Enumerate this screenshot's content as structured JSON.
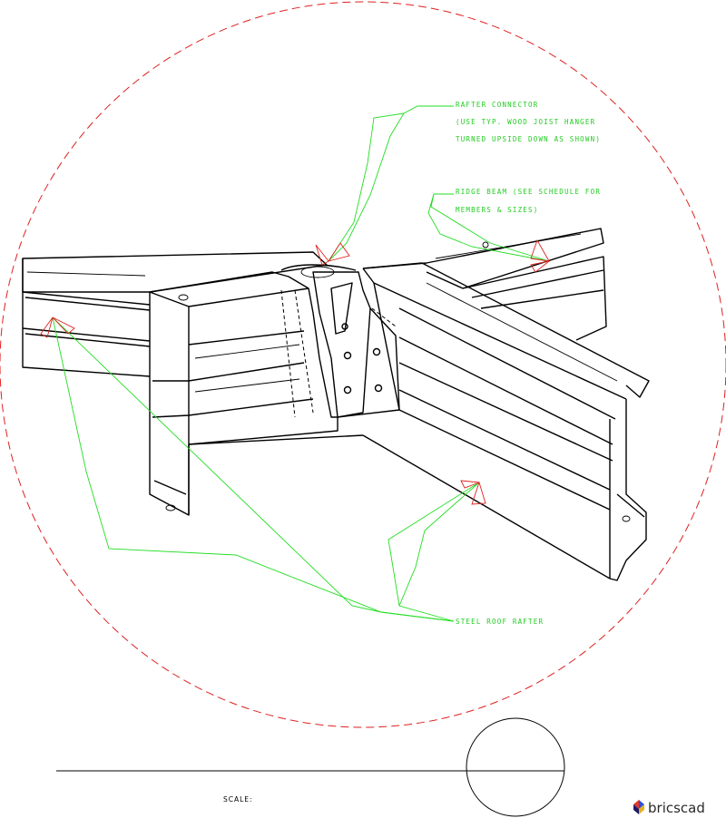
{
  "labels": {
    "rafter_connector": [
      "RAFTER CONNECTOR",
      "(USE TYP. WOOD JOIST HANGER",
      "TURNED UPSIDE DOWN AS SHOWN)"
    ],
    "ridge_beam": [
      "RIDGE BEAM (SEE SCHEDULE FOR",
      "MEMBERS & SIZES)"
    ],
    "steel_roof_rafter": "STEEL ROOF RAFTER"
  },
  "scale_label": "SCALE:",
  "logo": {
    "name": "bricscad",
    "icon": "bricscad-logo-icon"
  },
  "colors": {
    "detail_circle": "#dd2222",
    "leader": "#22dd22",
    "arrow": "#dd2222",
    "linework": "#000000",
    "background": "#ffffff"
  }
}
